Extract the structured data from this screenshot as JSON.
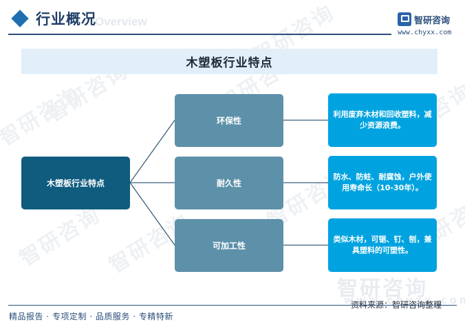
{
  "header": {
    "title": "行业概况",
    "ghost_text": "Overview",
    "logo_name": "智研咨询",
    "logo_url": "www.chyxx.com"
  },
  "watermark": {
    "text": "智研咨询",
    "url": "www.chyxx.com"
  },
  "banner": {
    "title": "木塑板行业特点"
  },
  "diagram": {
    "root": "木塑板行业特点",
    "branches": [
      {
        "label": "环保性",
        "detail": "利用废弃木材和回收塑料，减少资源浪费。"
      },
      {
        "label": "耐久性",
        "detail": "防水、防蛀、耐腐蚀，户外使用寿命长（10-30年）。"
      },
      {
        "label": "可加工性",
        "detail": "类似木材，可锯、钉、刨，兼具塑料的可塑性。"
      }
    ]
  },
  "footer": {
    "source": "资料来源：智研咨询整理",
    "services": "精品报告 · 专项定制 · 品质服务 · 专精特新"
  },
  "colors": {
    "root_box": "#0f5c7f",
    "mid_box": "#5d90a9",
    "leaf_box": "#00a3df",
    "banner_bg": "#e2eff9",
    "header_accent": "#1f6fb0",
    "connector": "#3a5f7a"
  }
}
